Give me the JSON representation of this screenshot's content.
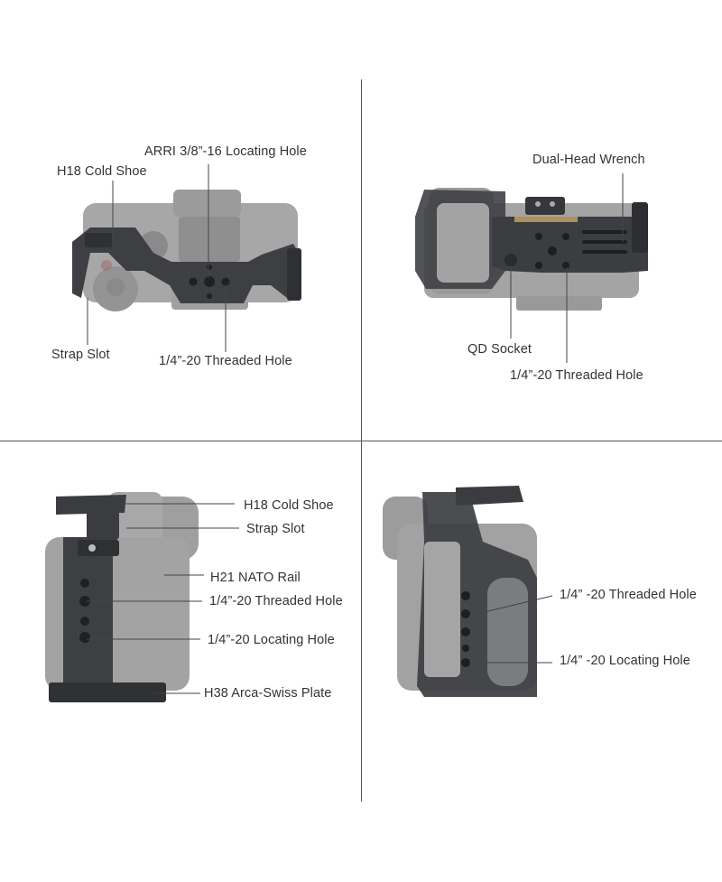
{
  "colors": {
    "background": "#ffffff",
    "divider": "#555555",
    "camera_body": "#9a9a9a",
    "cage_metal": "#3c3e42",
    "leader_line": "#444444"
  },
  "panels": {
    "top_left": {
      "labels": {
        "arri_hole": "ARRI 3/8”-16 Locating Hole",
        "cold_shoe": "H18 Cold Shoe",
        "strap_slot": "Strap Slot",
        "threaded_hole": "1/4”-20 Threaded Hole"
      }
    },
    "top_right": {
      "labels": {
        "wrench": "Dual-Head Wrench",
        "qd_socket": "QD Socket",
        "threaded_hole": "1/4”-20 Threaded Hole"
      }
    },
    "bottom_left": {
      "labels": {
        "cold_shoe": "H18 Cold Shoe",
        "strap_slot": "Strap Slot",
        "nato_rail": "H21 NATO Rail",
        "threaded_hole": "1/4”-20 Threaded Hole",
        "locating_hole": "1/4”-20 Locating Hole",
        "arca_plate": "H38 Arca-Swiss Plate"
      }
    },
    "bottom_right": {
      "labels": {
        "threaded_hole": "1/4”  -20 Threaded Hole",
        "locating_hole": "1/4”  -20 Locating Hole"
      }
    }
  }
}
